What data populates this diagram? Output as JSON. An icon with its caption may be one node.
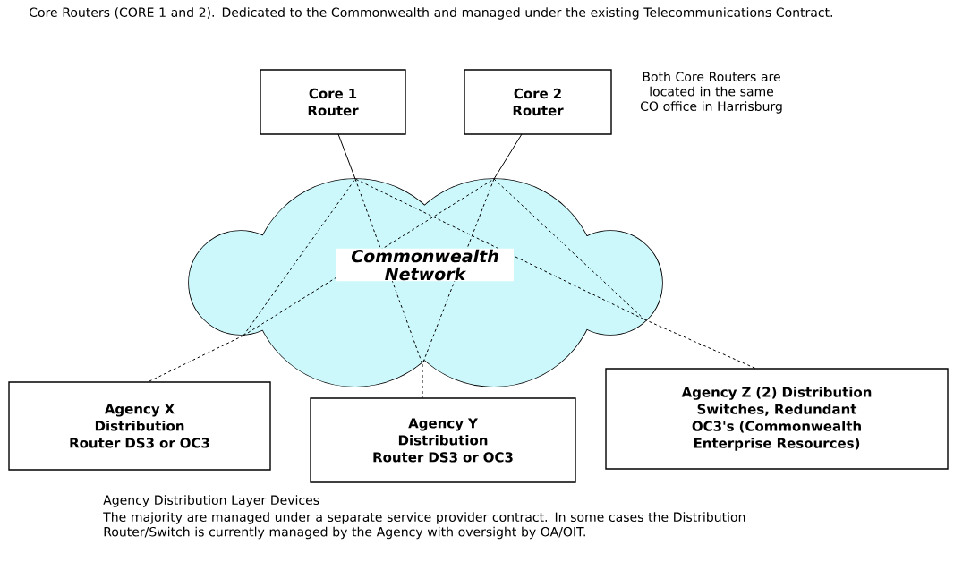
{
  "diagram": {
    "title": "Core Routers (CORE 1 and 2). Dedicated to the Commonwealth and managed under the existing Telecommunications Contract.",
    "nodes": [
      {
        "text": [
          "Core 1 Router"
        ]
      },
      {
        "text": [
          "Core 2 Router"
        ]
      },
      {
        "text": [
          "Commonwealth Network"
        ]
      },
      {
        "text": [
          "Agency X Distribution Router DS3 or OC3"
        ]
      },
      {
        "text": [
          "Agency Y Distribution Router DS3 or OC3"
        ]
      },
      {
        "text": [
          "Agency Z (2) Distribution Switches, Redundant OC3's (Commonwealth Enterprise Resources)"
        ]
      }
    ],
    "edges": [
      {
        "from": 0,
        "to": 2,
        "arrow": "none"
      },
      {
        "from": 1,
        "to": 2,
        "arrow": "none"
      },
      {
        "from": 2,
        "to": 3,
        "arrow": "none",
        "style": "dashed"
      },
      {
        "from": 2,
        "to": 4,
        "arrow": "none",
        "style": "dashed"
      },
      {
        "from": 2,
        "to": 5,
        "arrow": "none",
        "style": "dashed"
      }
    ],
    "labels": [
      "Both Core Routers are located in the same CO office in Harrisburg",
      "Agency Distribution Layer Devices",
      "The majority are managed under a separate service provider contract. In some cases the Distribution Router/Switch is currently managed by the Agency with oversight by OA/OIT."
    ]
  }
}
